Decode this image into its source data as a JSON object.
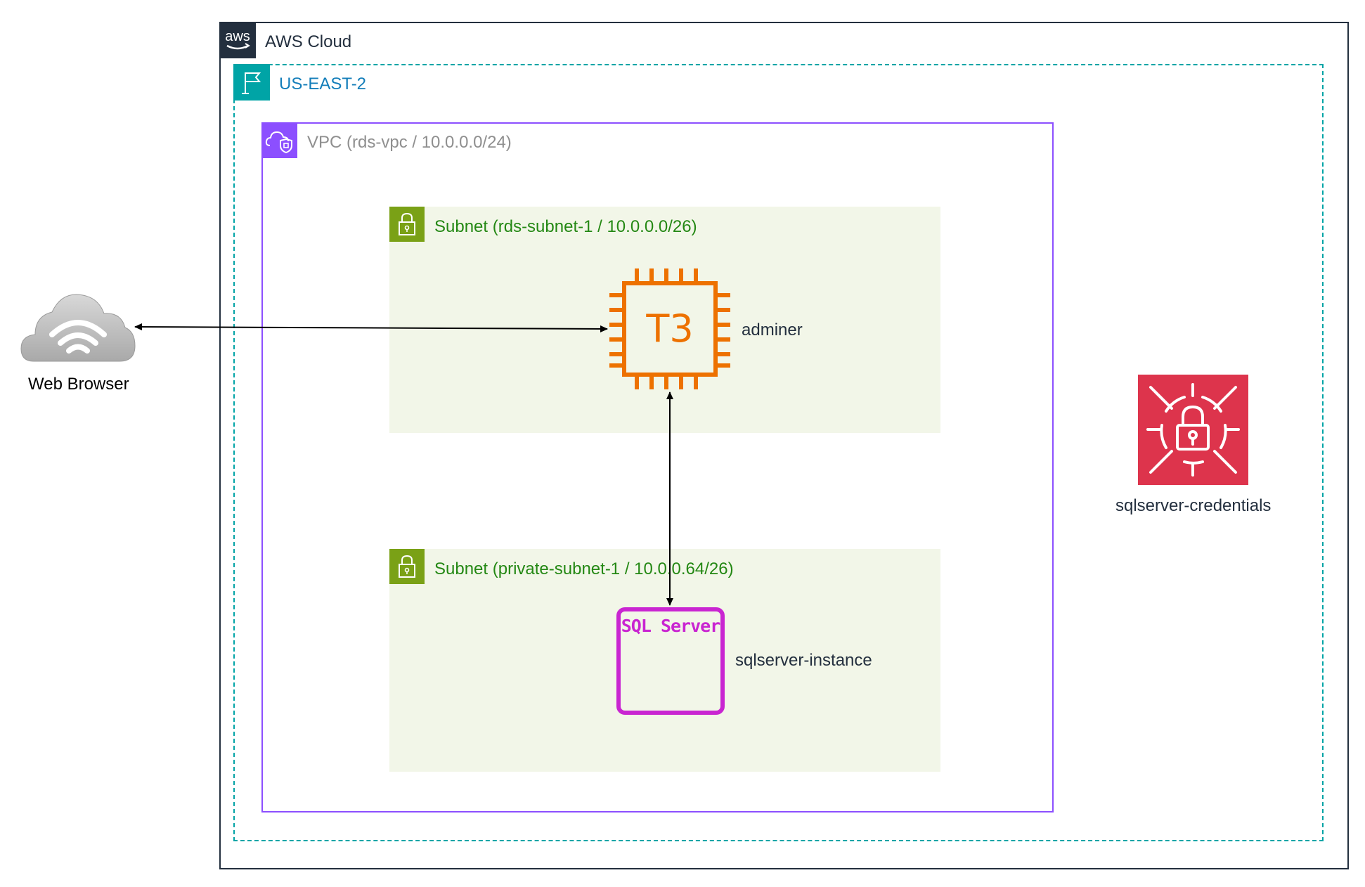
{
  "colors": {
    "aws_cloud": "#232f3e",
    "region": "#00a4a6",
    "vpc": "#8c4fff",
    "subnet_fill": "#f2f6e8",
    "subnet_text": "#248814",
    "ec2": "#ed7100",
    "sqlserver": "#c925d1",
    "secrets": "#dd344c",
    "cloud_gray": "#b5b5b5"
  },
  "groups": {
    "aws_cloud": {
      "label": "AWS Cloud",
      "icon": "aws-logo-icon"
    },
    "region": {
      "label": "US-EAST-2",
      "icon": "region-flag-icon"
    },
    "vpc": {
      "label": "VPC (rds-vpc / 10.0.0.0/24)",
      "icon": "vpc-icon"
    },
    "subnet_public": {
      "label": "Subnet (rds-subnet-1 / 10.0.0.0/26)",
      "icon": "subnet-lock-icon"
    },
    "subnet_private": {
      "label": "Subnet (private-subnet-1 / 10.0.0.64/26)",
      "icon": "subnet-lock-icon"
    }
  },
  "nodes": {
    "web_browser": {
      "label": "Web Browser",
      "icon": "internet-cloud-icon"
    },
    "adminer": {
      "label": "adminer",
      "icon_text": "T3",
      "icon": "ec2-t3-instance-icon"
    },
    "sqlserver": {
      "label": "sqlserver-instance",
      "icon_text": "SQL Server",
      "icon": "rds-sqlserver-icon"
    },
    "secrets": {
      "label": "sqlserver-credentials",
      "icon": "secrets-manager-icon"
    }
  },
  "aws_logo_text": "aws",
  "edges": [
    {
      "from": "web_browser",
      "to": "adminer",
      "direction": "both"
    },
    {
      "from": "adminer",
      "to": "sqlserver",
      "direction": "both"
    }
  ]
}
